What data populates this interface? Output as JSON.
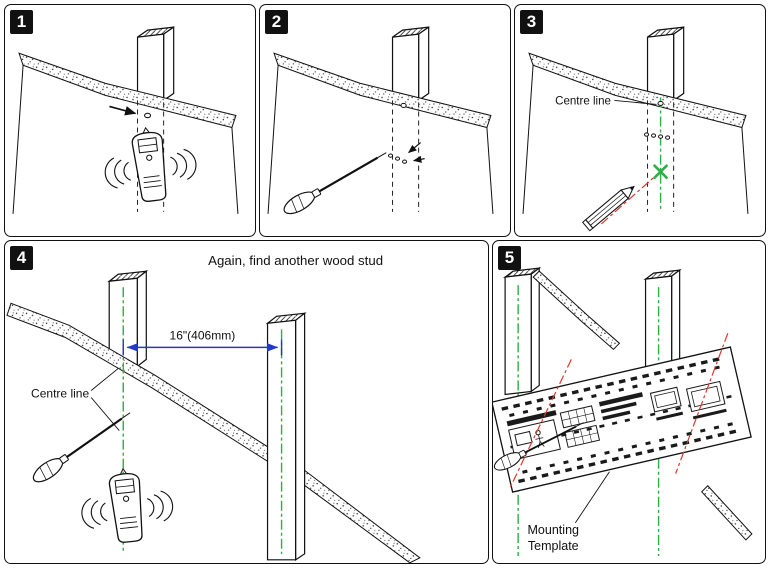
{
  "panels": [
    {
      "number": "1"
    },
    {
      "number": "2"
    },
    {
      "number": "3",
      "labels": {
        "centre_line": "Centre line"
      }
    },
    {
      "number": "4",
      "labels": {
        "instruction": "Again, find another wood stud",
        "dimension": "16\"(406mm)",
        "centre_line": "Centre line"
      }
    },
    {
      "number": "5",
      "labels": {
        "mounting_line1": "Mounting",
        "mounting_line2": "Template"
      }
    }
  ],
  "colors": {
    "line": "#1a1a1a",
    "centre_line": "#2fae46",
    "mark_cross": "#2fae46",
    "alignment_red": "#e0372e",
    "dimension_blue": "#2638c8"
  }
}
